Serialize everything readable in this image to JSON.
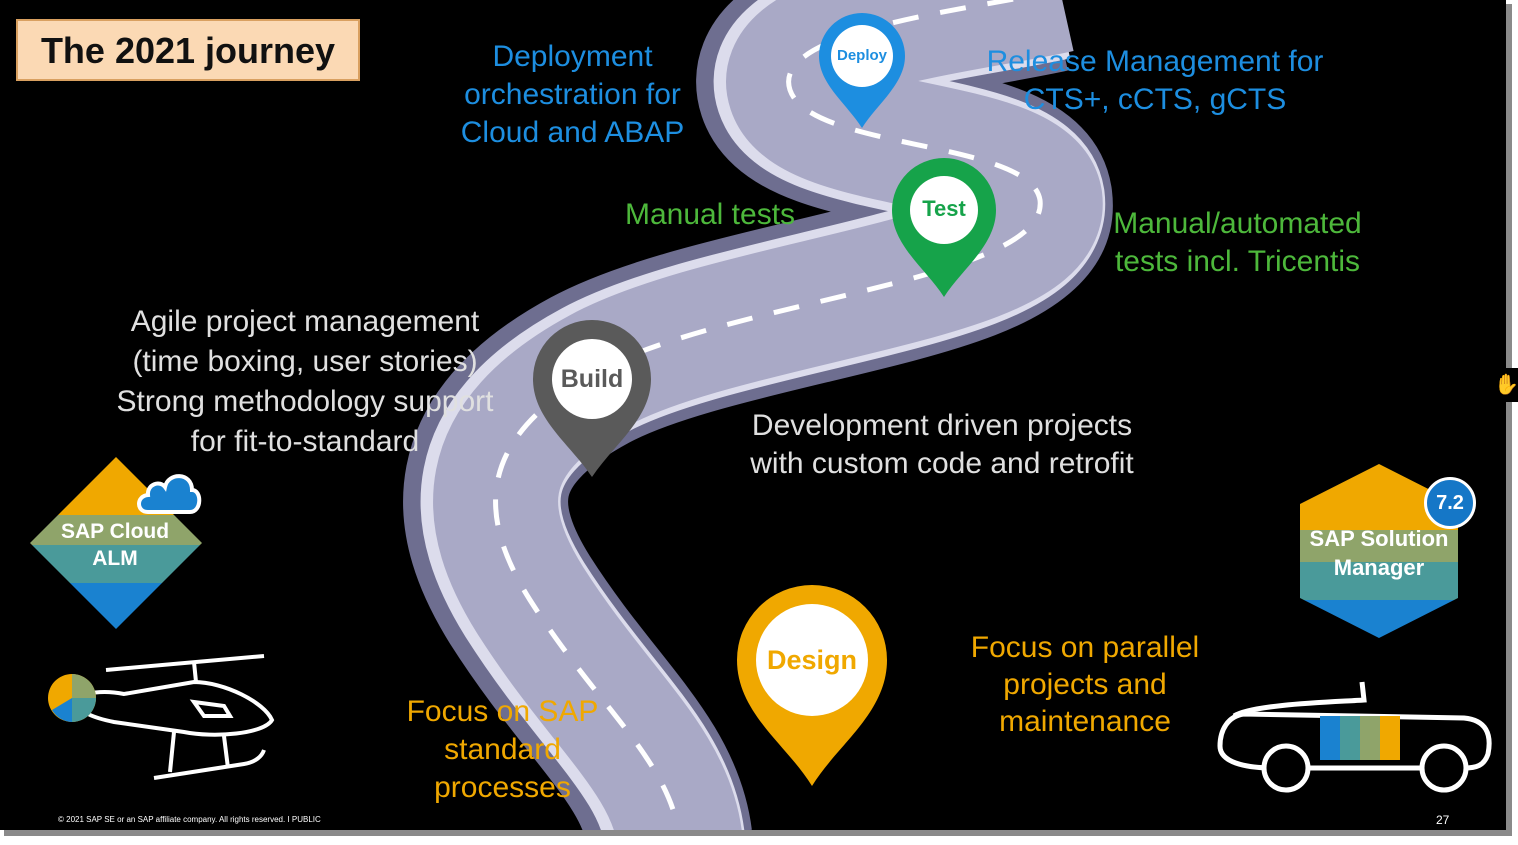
{
  "slide": {
    "title": "The 2021 journey",
    "footer": "© 2021 SAP SE or an SAP affiliate company. All rights reserved.  I  PUBLIC",
    "page_number": "27"
  },
  "milestones": {
    "deploy": "Deploy",
    "test": "Test",
    "build": "Build",
    "design": "Design"
  },
  "cloud_alm_side": {
    "deploy_text": [
      "Deployment",
      "orchestration for",
      "Cloud and ABAP"
    ],
    "test_text": [
      "Manual tests"
    ],
    "build_text": [
      "Agile project management",
      "(time boxing, user stories)",
      "Strong methodology support",
      "for fit-to-standard"
    ],
    "design_text": [
      "Focus on SAP",
      "standard",
      "processes"
    ]
  },
  "solman_side": {
    "deploy_text": [
      "Release Management for",
      "CTS+, cCTS, gCTS"
    ],
    "test_text": [
      "Manual/automated",
      "tests incl. Tricentis"
    ],
    "build_text": [
      "Development driven projects",
      "with custom code and retrofit"
    ],
    "design_text": [
      "Focus on parallel",
      "projects and",
      "maintenance"
    ]
  },
  "badges": {
    "cloud_alm": [
      "SAP Cloud",
      "ALM"
    ],
    "solman": [
      "SAP Solution",
      "Manager"
    ],
    "solman_version": "7.2"
  },
  "icons": [
    "helicopter-icon",
    "convertible-car-icon",
    "cloud-icon",
    "hand-cursor-icon"
  ],
  "colors": {
    "blue": "#1d8ee0",
    "green": "#4db83b",
    "orange": "#f0a800",
    "grey_pin": "#5a5a5a",
    "road": "#a9a9c6"
  }
}
